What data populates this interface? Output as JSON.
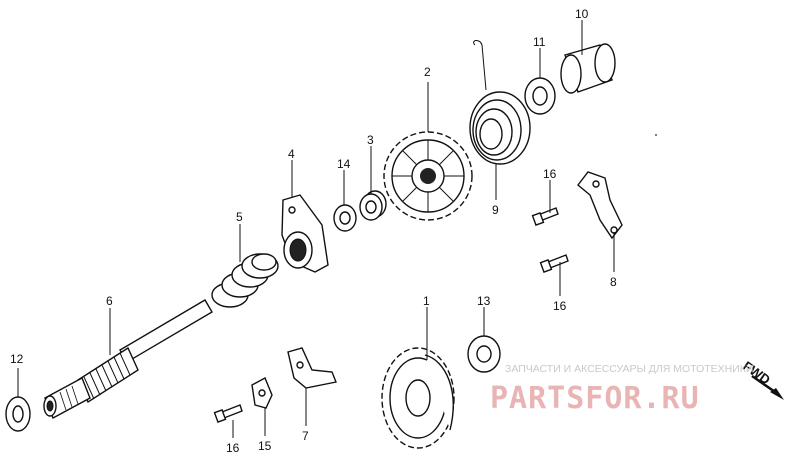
{
  "parts": [
    {
      "id": "1",
      "label": "1",
      "name": "gear-large"
    },
    {
      "id": "2",
      "label": "2",
      "name": "gear-ratchet"
    },
    {
      "id": "3",
      "label": "3",
      "name": "collar"
    },
    {
      "id": "4",
      "label": "4",
      "name": "ratchet-plate"
    },
    {
      "id": "5",
      "label": "5",
      "name": "spring-coil"
    },
    {
      "id": "6",
      "label": "6",
      "name": "shaft"
    },
    {
      "id": "7",
      "label": "7",
      "name": "stopper-plate"
    },
    {
      "id": "8",
      "label": "8",
      "name": "guide-bracket"
    },
    {
      "id": "9",
      "label": "9",
      "name": "return-spring"
    },
    {
      "id": "10",
      "label": "10",
      "name": "spring-collar"
    },
    {
      "id": "11",
      "label": "11",
      "name": "washer-small"
    },
    {
      "id": "12",
      "label": "12",
      "name": "washer-left"
    },
    {
      "id": "13",
      "label": "13",
      "name": "washer-right"
    },
    {
      "id": "14",
      "label": "14",
      "name": "washer-thin"
    },
    {
      "id": "15",
      "label": "15",
      "name": "clip"
    },
    {
      "id": "16a",
      "label": "16",
      "name": "bolt-upper"
    },
    {
      "id": "16b",
      "label": "16",
      "name": "bolt-middle"
    },
    {
      "id": "16c",
      "label": "16",
      "name": "bolt-lower"
    }
  ],
  "watermark": {
    "tagline": "ЗАПЧАСТИ И АКСЕССУАРЫ ДЛЯ МОТОТЕХНИКИ",
    "brand": "PARTSFOR.RU",
    "brand_color": "#e8b4b4"
  },
  "direction_marker": {
    "text": "FWD",
    "icon": "arrow-icon"
  }
}
